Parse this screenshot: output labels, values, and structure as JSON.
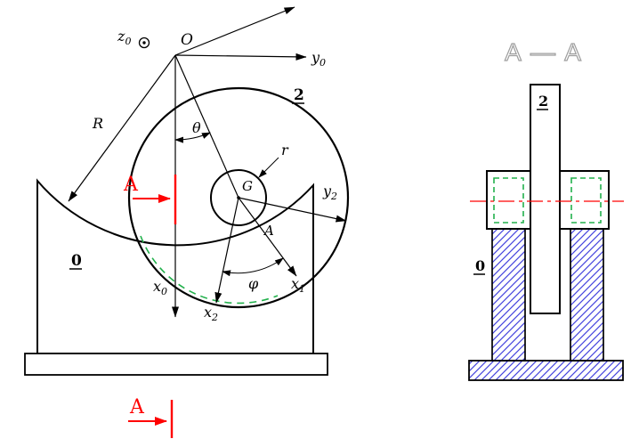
{
  "main_view": {
    "origin_label": "O",
    "axes": {
      "z0": {
        "base": "z",
        "sub": "0"
      },
      "y0": {
        "base": "y",
        "sub": "0"
      },
      "x0": {
        "base": "x",
        "sub": "0"
      },
      "x1": {
        "base": "x",
        "sub": "1"
      },
      "x2": {
        "base": "x",
        "sub": "2"
      },
      "y2": {
        "base": "y",
        "sub": "2"
      }
    },
    "points": {
      "G": "G",
      "A": "A"
    },
    "radii": {
      "R": "R",
      "r": "r"
    },
    "angles": {
      "theta": "θ",
      "phi": "φ"
    },
    "parts": {
      "disc": "2",
      "body": "0"
    },
    "section_cut": {
      "upper": "A",
      "lower": "A"
    }
  },
  "section_view": {
    "title": "A — A",
    "parts": {
      "rod": "2",
      "body": "0"
    }
  },
  "colors": {
    "outline": "#000000",
    "section_cut_red": "#ff0000",
    "hidden_green": "#22b14c",
    "hatch_blue": "#4444dd",
    "title_gray": "#9e9e9e"
  }
}
